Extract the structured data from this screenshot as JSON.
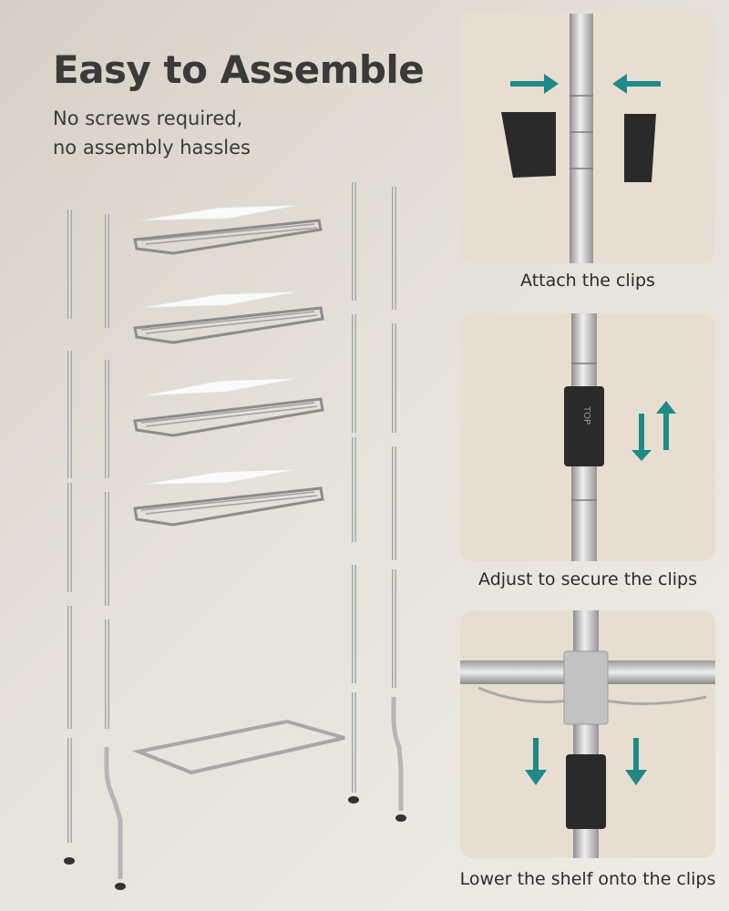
{
  "header": {
    "title": "Easy to Assemble",
    "subtitle": "No screws required,\nno assembly hassles"
  },
  "steps": [
    {
      "caption": "Attach the clips",
      "icon": "arrows-inward-icon"
    },
    {
      "caption": "Adjust to secure the clips",
      "icon": "arrows-up-down-icon"
    },
    {
      "caption": "Lower the shelf onto the clips",
      "icon": "arrows-down-icon"
    }
  ],
  "clip_label": "TOP",
  "colors": {
    "background": "#e3ddd4",
    "panel": "#e7ded1",
    "arrow_teal": "#1f8a87",
    "clip_black": "#2a2a2a",
    "steel": "#b8b8b8"
  }
}
